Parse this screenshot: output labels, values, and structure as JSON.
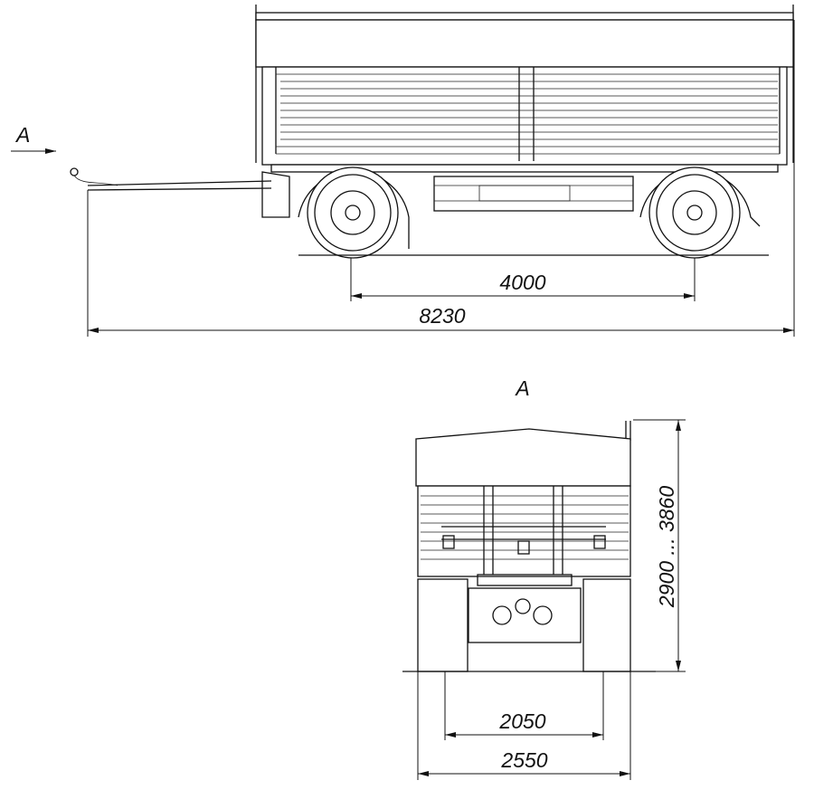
{
  "drawing": {
    "view_arrow_label": "A",
    "view_title": "A",
    "dimensions": {
      "wheelbase": "4000",
      "overall_length": "8230",
      "height_range": "2900 ... 3860",
      "track_width": "2050",
      "overall_width": "2550"
    }
  }
}
